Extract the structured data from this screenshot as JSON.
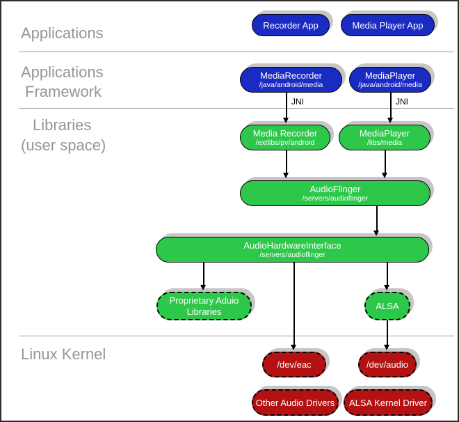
{
  "row_labels": {
    "applications": "Applications",
    "framework_line1": "Applications",
    "framework_line2": "Framework",
    "libraries_line1": "Libraries",
    "libraries_line2": "(user space)",
    "linux_kernel": "Linux Kernel"
  },
  "jni_label": "JNI",
  "nodes": {
    "recorder_app": {
      "label": "Recorder App"
    },
    "media_player_app": {
      "label": "Media Player App"
    },
    "media_recorder_fw": {
      "label": "MediaRecorder",
      "path": "/java/android/media"
    },
    "media_player_fw": {
      "label": "MediaPlayer",
      "path": "/java/android/media"
    },
    "media_recorder_lib": {
      "label": "Media Recorder",
      "path": "/extlibs/pv/android"
    },
    "media_player_lib": {
      "label": "MediaPlayer",
      "path": "/libs/media"
    },
    "audio_flinger": {
      "label": "AudioFlinger",
      "path": "/servers/audioflinger"
    },
    "audio_hardware_interface": {
      "label": "AudioHardwareInterface",
      "path": "/servers/audioflinger"
    },
    "proprietary_audio_libraries": {
      "label": "Proprietary Aduio Libraries"
    },
    "alsa": {
      "label": "ALSA"
    },
    "dev_eac": {
      "label": "/dev/eac"
    },
    "dev_audio": {
      "label": "/dev/audio"
    },
    "other_audio_drivers": {
      "label": "Other Audio Drivers"
    },
    "alsa_kernel_driver": {
      "label": "ALSA Kernel Driver"
    }
  },
  "colors": {
    "node_blue": "#1a2bc4",
    "node_green": "#2dc84a",
    "node_red": "#b41212",
    "shadow": "#c6c6c6",
    "label_text": "#969696",
    "divider": "#9a9a9a",
    "border": "#2e2e2e",
    "arrow": "#000000"
  }
}
